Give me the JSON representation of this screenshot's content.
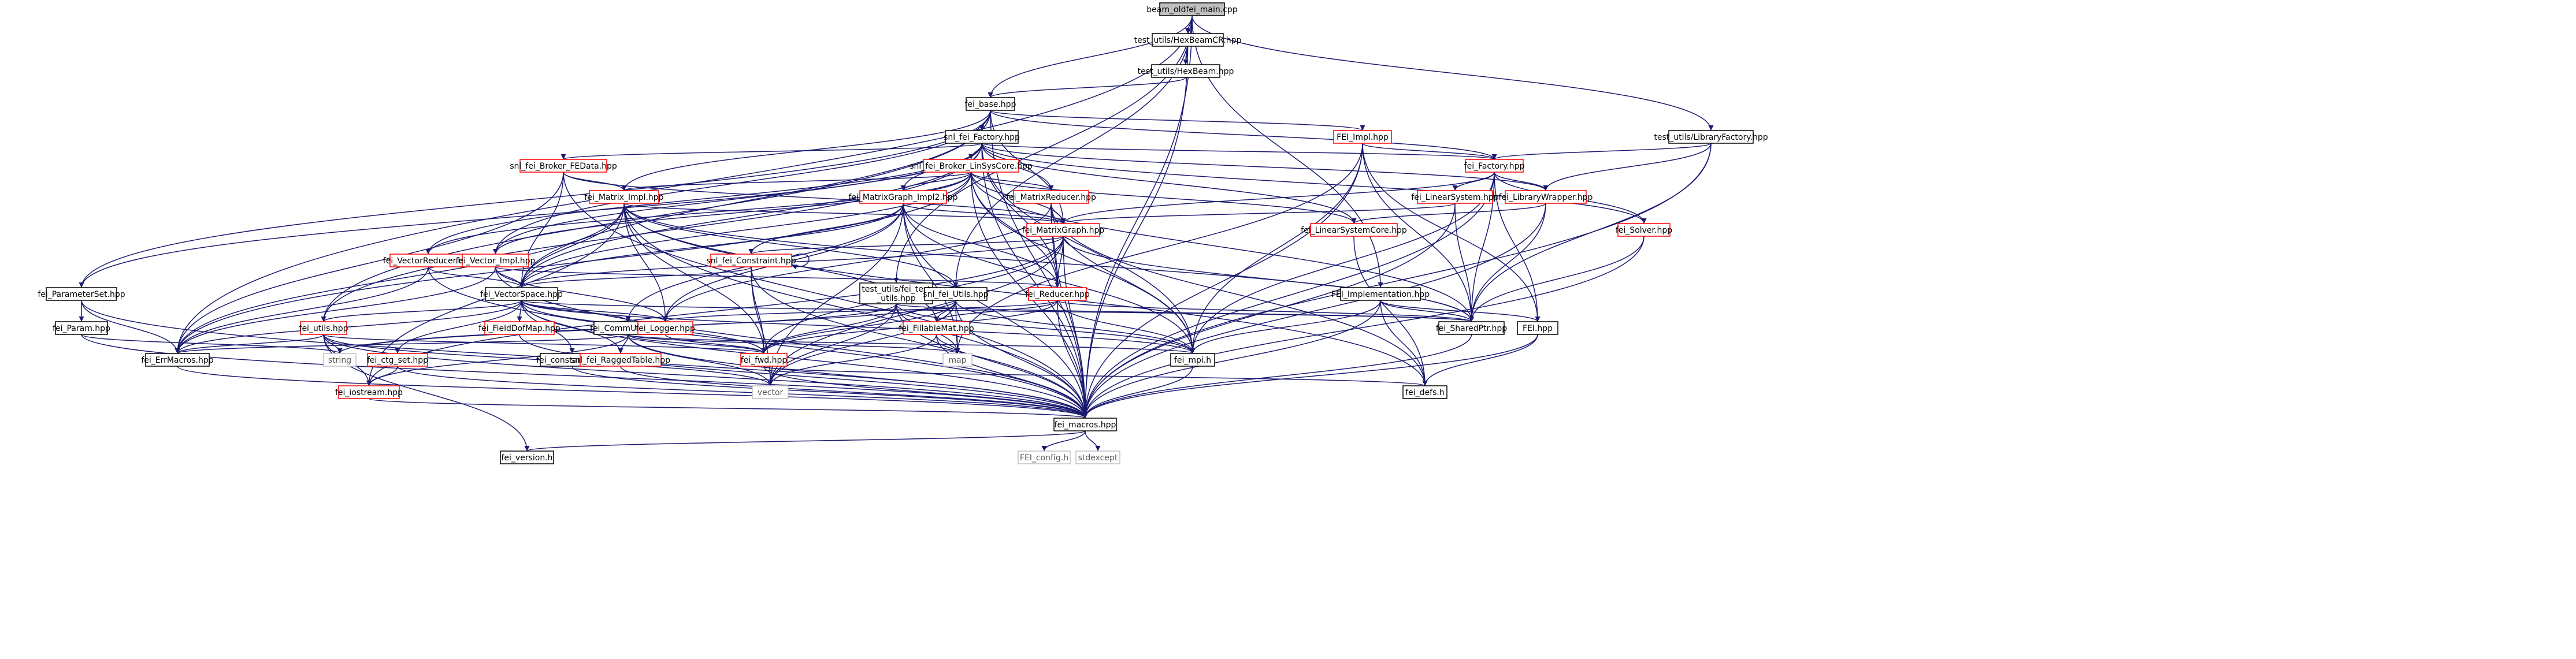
{
  "colors": {
    "edge": "#191970",
    "node_fill": "#ffffff",
    "root_fill": "#bfbfbf",
    "stroke_default": "#000000",
    "stroke_red": "#ff0000",
    "stroke_gray": "#bfbfbf",
    "text_default": "#000000",
    "text_gray": "#5a5a5a"
  },
  "nodes": [
    {
      "id": "beam_oldfei_main_cpp",
      "label": "beam_oldfei_main.cpp",
      "style": "root"
    },
    {
      "id": "test_utils_HexBeamCR_hpp",
      "label": "test_utils/HexBeamCR.hpp",
      "style": "black"
    },
    {
      "id": "test_utils_HexBeam_hpp",
      "label": "test_utils/HexBeam.hpp",
      "style": "black"
    },
    {
      "id": "fei_base_hpp",
      "label": "fei_base.hpp",
      "style": "black"
    },
    {
      "id": "snl_fei_Factory_hpp",
      "label": "snl_fei_Factory.hpp",
      "style": "black"
    },
    {
      "id": "FEI_Impl_hpp",
      "label": "FEI_Impl.hpp",
      "style": "red"
    },
    {
      "id": "test_utils_LibraryFactory_hpp",
      "label": "test_utils/LibraryFactory.hpp",
      "style": "black"
    },
    {
      "id": "snl_fei_Broker_FEData_hpp",
      "label": "snl_fei_Broker_FEData.hpp",
      "style": "red"
    },
    {
      "id": "snl_fei_Broker_LinSysCore_hpp",
      "label": "snl_fei_Broker_LinSysCore.hpp",
      "style": "red"
    },
    {
      "id": "fei_Factory_hpp",
      "label": "fei_Factory.hpp",
      "style": "red"
    },
    {
      "id": "fei_Matrix_Impl_hpp",
      "label": "fei_Matrix_Impl.hpp",
      "style": "red"
    },
    {
      "id": "fei_MatrixGraph_Impl2_hpp",
      "label": "fei_MatrixGraph_Impl2.hpp",
      "style": "red"
    },
    {
      "id": "fei_MatrixReducer_hpp",
      "label": "fei_MatrixReducer.hpp",
      "style": "red"
    },
    {
      "id": "fei_LinearSystem_hpp",
      "label": "fei_LinearSystem.hpp",
      "style": "red"
    },
    {
      "id": "fei_LibraryWrapper_hpp",
      "label": "fei_LibraryWrapper.hpp",
      "style": "red"
    },
    {
      "id": "fei_MatrixGraph_hpp",
      "label": "fei_MatrixGraph.hpp",
      "style": "red"
    },
    {
      "id": "fei_LinearSystemCore_hpp",
      "label": "fei_LinearSystemCore.hpp",
      "style": "red"
    },
    {
      "id": "fei_Solver_hpp",
      "label": "fei_Solver.hpp",
      "style": "red"
    },
    {
      "id": "snl_fei_Constraint_hpp",
      "label": "snl_fei_Constraint.hpp",
      "style": "red"
    },
    {
      "id": "fei_VectorReducer_hpp",
      "label": "fei_VectorReducer.hpp",
      "style": "red"
    },
    {
      "id": "fei_Vector_Impl_hpp",
      "label": "fei_Vector_Impl.hpp",
      "style": "red"
    },
    {
      "id": "fei_VectorSpace_hpp",
      "label": "fei_VectorSpace.hpp",
      "style": "black"
    },
    {
      "id": "fei_ParameterSet_hpp",
      "label": "fei_ParameterSet.hpp",
      "style": "black"
    },
    {
      "id": "test_utils_fei_test_utils_hpp",
      "label": "test_utils/fei_test\n_utils.hpp",
      "style": "black"
    },
    {
      "id": "snl_fei_Utils_hpp",
      "label": "snl_fei_Utils.hpp",
      "style": "black"
    },
    {
      "id": "fei_Reducer_hpp",
      "label": "fei_Reducer.hpp",
      "style": "red"
    },
    {
      "id": "FEI_Implementation_hpp",
      "label": "FEI_Implementation.hpp",
      "style": "black"
    },
    {
      "id": "fei_Param_hpp",
      "label": "fei_Param.hpp",
      "style": "black"
    },
    {
      "id": "fei_utils_hpp",
      "label": "fei_utils.hpp",
      "style": "red"
    },
    {
      "id": "fei_FieldDofMap_hpp",
      "label": "fei_FieldDofMap.hpp",
      "style": "red"
    },
    {
      "id": "fei_CommUtils_hpp",
      "label": "fei_CommUtils.hpp",
      "style": "black"
    },
    {
      "id": "fei_Logger_hpp",
      "label": "fei_Logger.hpp",
      "style": "red"
    },
    {
      "id": "fei_FillableMat_hpp",
      "label": "fei_FillableMat.hpp",
      "style": "red"
    },
    {
      "id": "fei_SharedPtr_hpp",
      "label": "fei_SharedPtr.hpp",
      "style": "black"
    },
    {
      "id": "FEI_hpp",
      "label": "FEI.hpp",
      "style": "black"
    },
    {
      "id": "fei_ErrMacros_hpp",
      "label": "fei_ErrMacros.hpp",
      "style": "black"
    },
    {
      "id": "string",
      "label": "string",
      "style": "gray"
    },
    {
      "id": "fei_constants_hpp",
      "label": "fei_constants.hpp",
      "style": "black"
    },
    {
      "id": "snl_fei_RaggedTable_hpp",
      "label": "snl_fei_RaggedTable.hpp",
      "style": "red"
    },
    {
      "id": "map",
      "label": "map",
      "style": "gray"
    },
    {
      "id": "fei_fwd_hpp",
      "label": "fei_fwd.hpp",
      "style": "red"
    },
    {
      "id": "fei_mpi_h",
      "label": "fei_mpi.h",
      "style": "black"
    },
    {
      "id": "fei_ctg_set_hpp",
      "label": "fei_ctg_set.hpp",
      "style": "red"
    },
    {
      "id": "fei_iostream_hpp",
      "label": "fei_iostream.hpp",
      "style": "red"
    },
    {
      "id": "vector",
      "label": "vector",
      "style": "gray"
    },
    {
      "id": "fei_defs_h",
      "label": "fei_defs.h",
      "style": "black"
    },
    {
      "id": "fei_macros_hpp",
      "label": "fei_macros.hpp",
      "style": "black"
    },
    {
      "id": "fei_version_h",
      "label": "fei_version.h",
      "style": "black"
    },
    {
      "id": "FEI_config_h",
      "label": "FEI_config.h",
      "style": "gray"
    },
    {
      "id": "stdexcept",
      "label": "stdexcept",
      "style": "gray"
    }
  ],
  "edges": [
    [
      "beam_oldfei_main_cpp",
      "test_utils_HexBeamCR_hpp"
    ],
    [
      "beam_oldfei_main_cpp",
      "test_utils_HexBeam_hpp"
    ],
    [
      "beam_oldfei_main_cpp",
      "fei_base_hpp"
    ],
    [
      "beam_oldfei_main_cpp",
      "test_utils_LibraryFactory_hpp"
    ],
    [
      "beam_oldfei_main_cpp",
      "fei_ErrMacros_hpp"
    ],
    [
      "beam_oldfei_main_cpp",
      "snl_fei_Utils_hpp"
    ],
    [
      "beam_oldfei_main_cpp",
      "FEI_Implementation_hpp"
    ],
    [
      "beam_oldfei_main_cpp",
      "test_utils_fei_test_utils_hpp"
    ],
    [
      "beam_oldfei_main_cpp",
      "fei_macros_hpp"
    ],
    [
      "test_utils_HexBeamCR_hpp",
      "test_utils_HexBeam_hpp"
    ],
    [
      "test_utils_HexBeamCR_hpp",
      "fei_macros_hpp"
    ],
    [
      "test_utils_HexBeam_hpp",
      "fei_base_hpp"
    ],
    [
      "fei_base_hpp",
      "snl_fei_Factory_hpp"
    ],
    [
      "fei_base_hpp",
      "FEI_Impl_hpp"
    ],
    [
      "fei_base_hpp",
      "fei_ParameterSet_hpp"
    ],
    [
      "fei_base_hpp",
      "fei_MatrixGraph_hpp"
    ],
    [
      "fei_base_hpp",
      "fei_Vector_Impl_hpp"
    ],
    [
      "fei_base_hpp",
      "fei_Matrix_Impl_hpp"
    ],
    [
      "fei_base_hpp",
      "fei_utils_hpp"
    ],
    [
      "fei_base_hpp",
      "fei_Factory_hpp"
    ],
    [
      "fei_base_hpp",
      "fei_macros_hpp"
    ],
    [
      "fei_base_hpp",
      "fei_VectorSpace_hpp"
    ],
    [
      "snl_fei_Factory_hpp",
      "snl_fei_Broker_FEData_hpp"
    ],
    [
      "snl_fei_Factory_hpp",
      "snl_fei_Broker_LinSysCore_hpp"
    ],
    [
      "snl_fei_Factory_hpp",
      "fei_Factory_hpp"
    ],
    [
      "snl_fei_Factory_hpp",
      "fei_MatrixGraph_Impl2_hpp"
    ],
    [
      "snl_fei_Factory_hpp",
      "fei_MatrixReducer_hpp"
    ],
    [
      "snl_fei_Factory_hpp",
      "fei_Vector_Impl_hpp"
    ],
    [
      "snl_fei_Factory_hpp",
      "fei_VectorReducer_hpp"
    ],
    [
      "snl_fei_Factory_hpp",
      "fei_ParameterSet_hpp"
    ],
    [
      "snl_fei_Factory_hpp",
      "fei_LinearSystemCore_hpp"
    ],
    [
      "snl_fei_Factory_hpp",
      "fei_LibraryWrapper_hpp"
    ],
    [
      "snl_fei_Factory_hpp",
      "fei_Solver_hpp"
    ],
    [
      "snl_fei_Factory_hpp",
      "fei_Reducer_hpp"
    ],
    [
      "snl_fei_Factory_hpp",
      "fei_utils_hpp"
    ],
    [
      "snl_fei_Factory_hpp",
      "fei_macros_hpp"
    ],
    [
      "snl_fei_Factory_hpp",
      "fei_mpi_h"
    ],
    [
      "snl_fei_Factory_hpp",
      "fei_VectorSpace_hpp"
    ],
    [
      "FEI_Impl_hpp",
      "fei_Factory_hpp"
    ],
    [
      "FEI_Impl_hpp",
      "fei_SharedPtr_hpp"
    ],
    [
      "FEI_Impl_hpp",
      "fei_mpi_h"
    ],
    [
      "FEI_Impl_hpp",
      "FEI_hpp"
    ],
    [
      "FEI_Impl_hpp",
      "fei_macros_hpp"
    ],
    [
      "FEI_Impl_hpp",
      "map"
    ],
    [
      "test_utils_LibraryFactory_hpp",
      "fei_Factory_hpp"
    ],
    [
      "test_utils_LibraryFactory_hpp",
      "fei_LibraryWrapper_hpp"
    ],
    [
      "test_utils_LibraryFactory_hpp",
      "fei_SharedPtr_hpp"
    ],
    [
      "test_utils_LibraryFactory_hpp",
      "fei_macros_hpp"
    ],
    [
      "snl_fei_Broker_FEData_hpp",
      "fei_Matrix_Impl_hpp"
    ],
    [
      "snl_fei_Broker_FEData_hpp",
      "fei_VectorSpace_hpp"
    ],
    [
      "snl_fei_Broker_FEData_hpp",
      "fei_MatrixGraph_hpp"
    ],
    [
      "snl_fei_Broker_FEData_hpp",
      "fei_macros_hpp"
    ],
    [
      "snl_fei_Broker_FEData_hpp",
      "fei_ErrMacros_hpp"
    ],
    [
      "snl_fei_Broker_LinSysCore_hpp",
      "fei_MatrixGraph_Impl2_hpp"
    ],
    [
      "snl_fei_Broker_LinSysCore_hpp",
      "fei_MatrixReducer_hpp"
    ],
    [
      "snl_fei_Broker_LinSysCore_hpp",
      "fei_Matrix_Impl_hpp"
    ],
    [
      "snl_fei_Broker_LinSysCore_hpp",
      "fei_VectorReducer_hpp"
    ],
    [
      "snl_fei_Broker_LinSysCore_hpp",
      "fei_Vector_Impl_hpp"
    ],
    [
      "snl_fei_Broker_LinSysCore_hpp",
      "fei_MatrixGraph_hpp"
    ],
    [
      "snl_fei_Broker_LinSysCore_hpp",
      "fei_LinearSystemCore_hpp"
    ],
    [
      "snl_fei_Broker_LinSysCore_hpp",
      "fei_Reducer_hpp"
    ],
    [
      "snl_fei_Broker_LinSysCore_hpp",
      "fei_VectorSpace_hpp"
    ],
    [
      "snl_fei_Broker_LinSysCore_hpp",
      "fei_mpi_h"
    ],
    [
      "snl_fei_Broker_LinSysCore_hpp",
      "fei_macros_hpp"
    ],
    [
      "snl_fei_Broker_LinSysCore_hpp",
      "fei_ErrMacros_hpp"
    ],
    [
      "snl_fei_Broker_LinSysCore_hpp",
      "fei_SharedPtr_hpp"
    ],
    [
      "fei_Factory_hpp",
      "fei_LinearSystem_hpp"
    ],
    [
      "fei_Factory_hpp",
      "fei_LibraryWrapper_hpp"
    ],
    [
      "fei_Factory_hpp",
      "fei_Solver_hpp"
    ],
    [
      "fei_Factory_hpp",
      "FEI_hpp"
    ],
    [
      "fei_Factory_hpp",
      "fei_SharedPtr_hpp"
    ],
    [
      "fei_Factory_hpp",
      "fei_MatrixGraph_hpp"
    ],
    [
      "fei_Factory_hpp",
      "fei_mpi_h"
    ],
    [
      "fei_Factory_hpp",
      "fei_macros_hpp"
    ],
    [
      "fei_Matrix_Impl_hpp",
      "fei_VectorSpace_hpp"
    ],
    [
      "fei_Matrix_Impl_hpp",
      "fei_MatrixGraph_hpp"
    ],
    [
      "fei_Matrix_Impl_hpp",
      "fei_FillableMat_hpp"
    ],
    [
      "fei_Matrix_Impl_hpp",
      "fei_Logger_hpp"
    ],
    [
      "fei_Matrix_Impl_hpp",
      "fei_fwd_hpp"
    ],
    [
      "fei_Matrix_Impl_hpp",
      "fei_SharedPtr_hpp"
    ],
    [
      "fei_Matrix_Impl_hpp",
      "fei_ErrMacros_hpp"
    ],
    [
      "fei_Matrix_Impl_hpp",
      "fei_iostream_hpp"
    ],
    [
      "fei_Matrix_Impl_hpp",
      "fei_macros_hpp"
    ],
    [
      "fei_Matrix_Impl_hpp",
      "fei_defs_h"
    ],
    [
      "fei_Matrix_Impl_hpp",
      "snl_fei_Utils_hpp"
    ],
    [
      "fei_MatrixGraph_Impl2_hpp",
      "fei_MatrixGraph_hpp"
    ],
    [
      "fei_MatrixGraph_Impl2_hpp",
      "snl_fei_Constraint_hpp"
    ],
    [
      "fei_MatrixGraph_Impl2_hpp",
      "fei_VectorSpace_hpp"
    ],
    [
      "fei_MatrixGraph_Impl2_hpp",
      "fei_Reducer_hpp"
    ],
    [
      "fei_MatrixGraph_Impl2_hpp",
      "fei_Logger_hpp"
    ],
    [
      "fei_MatrixGraph_Impl2_hpp",
      "fei_mpi_h"
    ],
    [
      "fei_MatrixGraph_Impl2_hpp",
      "fei_macros_hpp"
    ],
    [
      "fei_MatrixGraph_Impl2_hpp",
      "fei_CommUtils_hpp"
    ],
    [
      "fei_MatrixGraph_Impl2_hpp",
      "vector"
    ],
    [
      "fei_MatrixGraph_Impl2_hpp",
      "map"
    ],
    [
      "fei_MatrixReducer_hpp",
      "fei_MatrixGraph_hpp"
    ],
    [
      "fei_MatrixReducer_hpp",
      "fei_Reducer_hpp"
    ],
    [
      "fei_MatrixReducer_hpp",
      "fei_mpi_h"
    ],
    [
      "fei_MatrixReducer_hpp",
      "fei_Logger_hpp"
    ],
    [
      "fei_MatrixReducer_hpp",
      "fei_defs_h"
    ],
    [
      "fei_MatrixReducer_hpp",
      "fei_macros_hpp"
    ],
    [
      "fei_LinearSystem_hpp",
      "fei_MatrixGraph_hpp"
    ],
    [
      "fei_LinearSystem_hpp",
      "fei_SharedPtr_hpp"
    ],
    [
      "fei_LinearSystem_hpp",
      "fei_macros_hpp"
    ],
    [
      "fei_LibraryWrapper_hpp",
      "fei_LinearSystemCore_hpp"
    ],
    [
      "fei_LibraryWrapper_hpp",
      "fei_SharedPtr_hpp"
    ],
    [
      "fei_LibraryWrapper_hpp",
      "fei_macros_hpp"
    ],
    [
      "fei_MatrixGraph_hpp",
      "fei_Reducer_hpp"
    ],
    [
      "fei_MatrixGraph_hpp",
      "fei_VectorSpace_hpp"
    ],
    [
      "fei_MatrixGraph_hpp",
      "fei_SharedPtr_hpp"
    ],
    [
      "fei_MatrixGraph_hpp",
      "snl_fei_Constraint_hpp"
    ],
    [
      "fei_MatrixGraph_hpp",
      "fei_iostream_hpp"
    ],
    [
      "fei_MatrixGraph_hpp",
      "fei_macros_hpp"
    ],
    [
      "fei_MatrixGraph_hpp",
      "fei_fwd_hpp"
    ],
    [
      "fei_MatrixGraph_hpp",
      "vector"
    ],
    [
      "fei_LinearSystemCore_hpp",
      "fei_defs_h"
    ],
    [
      "fei_Solver_hpp",
      "fei_SharedPtr_hpp"
    ],
    [
      "fei_Solver_hpp",
      "fei_macros_hpp"
    ],
    [
      "snl_fei_Constraint_hpp",
      "snl_fei_Constraint_hpp"
    ],
    [
      "snl_fei_Constraint_hpp",
      "fei_VectorSpace_hpp"
    ],
    [
      "snl_fei_Constraint_hpp",
      "fei_fwd_hpp"
    ],
    [
      "snl_fei_Constraint_hpp",
      "vector"
    ],
    [
      "snl_fei_Constraint_hpp",
      "fei_macros_hpp"
    ],
    [
      "fei_VectorReducer_hpp",
      "fei_VectorSpace_hpp"
    ],
    [
      "fei_VectorReducer_hpp",
      "fei_ErrMacros_hpp"
    ],
    [
      "fei_VectorReducer_hpp",
      "fei_macros_hpp"
    ],
    [
      "fei_Vector_Impl_hpp",
      "fei_VectorSpace_hpp"
    ],
    [
      "fei_Vector_Impl_hpp",
      "fei_Reducer_hpp"
    ],
    [
      "fei_Vector_Impl_hpp",
      "fei_Logger_hpp"
    ],
    [
      "fei_Vector_Impl_hpp",
      "fei_ErrMacros_hpp"
    ],
    [
      "fei_Vector_Impl_hpp",
      "fei_macros_hpp"
    ],
    [
      "fei_VectorSpace_hpp",
      "fei_utils_hpp"
    ],
    [
      "fei_VectorSpace_hpp",
      "fei_FieldDofMap_hpp"
    ],
    [
      "fei_VectorSpace_hpp",
      "fei_CommUtils_hpp"
    ],
    [
      "fei_VectorSpace_hpp",
      "fei_Logger_hpp"
    ],
    [
      "fei_VectorSpace_hpp",
      "fei_constants_hpp"
    ],
    [
      "fei_VectorSpace_hpp",
      "snl_fei_RaggedTable_hpp"
    ],
    [
      "fei_VectorSpace_hpp",
      "fei_ctg_set_hpp"
    ],
    [
      "fei_VectorSpace_hpp",
      "fei_fwd_hpp"
    ],
    [
      "fei_VectorSpace_hpp",
      "fei_SharedPtr_hpp"
    ],
    [
      "fei_VectorSpace_hpp",
      "fei_mpi_h"
    ],
    [
      "fei_VectorSpace_hpp",
      "fei_macros_hpp"
    ],
    [
      "fei_VectorSpace_hpp",
      "fei_ErrMacros_hpp"
    ],
    [
      "fei_ParameterSet_hpp",
      "fei_Param_hpp"
    ],
    [
      "fei_ParameterSet_hpp",
      "fei_macros_hpp"
    ],
    [
      "fei_ParameterSet_hpp",
      "fei_ErrMacros_hpp"
    ],
    [
      "test_utils_fei_test_utils_hpp",
      "fei_fwd_hpp"
    ],
    [
      "test_utils_fei_test_utils_hpp",
      "fei_mpi_h"
    ],
    [
      "test_utils_fei_test_utils_hpp",
      "string"
    ],
    [
      "test_utils_fei_test_utils_hpp",
      "vector"
    ],
    [
      "test_utils_fei_test_utils_hpp",
      "map"
    ],
    [
      "test_utils_fei_test_utils_hpp",
      "fei_SharedPtr_hpp"
    ],
    [
      "test_utils_fei_test_utils_hpp",
      "fei_macros_hpp"
    ],
    [
      "snl_fei_Utils_hpp",
      "fei_fwd_hpp"
    ],
    [
      "snl_fei_Utils_hpp",
      "fei_FillableMat_hpp"
    ],
    [
      "snl_fei_Utils_hpp",
      "fei_mpi_h"
    ],
    [
      "snl_fei_Utils_hpp",
      "vector"
    ],
    [
      "snl_fei_Utils_hpp",
      "map"
    ],
    [
      "snl_fei_Utils_hpp",
      "string"
    ],
    [
      "snl_fei_Utils_hpp",
      "fei_macros_hpp"
    ],
    [
      "fei_Reducer_hpp",
      "fei_SharedPtr_hpp"
    ],
    [
      "fei_Reducer_hpp",
      "fei_mpi_h"
    ],
    [
      "fei_Reducer_hpp",
      "fei_Logger_hpp"
    ],
    [
      "fei_Reducer_hpp",
      "fei_FillableMat_hpp"
    ],
    [
      "fei_Reducer_hpp",
      "fei_macros_hpp"
    ],
    [
      "fei_Reducer_hpp",
      "fei_fwd_hpp"
    ],
    [
      "FEI_Implementation_hpp",
      "fei_SharedPtr_hpp"
    ],
    [
      "FEI_Implementation_hpp",
      "fei_mpi_h"
    ],
    [
      "FEI_Implementation_hpp",
      "FEI_hpp"
    ],
    [
      "FEI_Implementation_hpp",
      "fei_defs_h"
    ],
    [
      "FEI_Implementation_hpp",
      "fei_macros_hpp"
    ],
    [
      "fei_Param_hpp",
      "string"
    ],
    [
      "fei_Param_hpp",
      "fei_macros_hpp"
    ],
    [
      "fei_utils_hpp",
      "fei_ErrMacros_hpp"
    ],
    [
      "fei_utils_hpp",
      "string"
    ],
    [
      "fei_utils_hpp",
      "vector"
    ],
    [
      "fei_utils_hpp",
      "fei_iostream_hpp"
    ],
    [
      "fei_utils_hpp",
      "fei_version_h"
    ],
    [
      "fei_utils_hpp",
      "fei_macros_hpp"
    ],
    [
      "fei_utils_hpp",
      "fei_fwd_hpp"
    ],
    [
      "fei_FieldDofMap_hpp",
      "fei_macros_hpp"
    ],
    [
      "fei_CommUtils_hpp",
      "fei_mpi_h"
    ],
    [
      "fei_CommUtils_hpp",
      "fei_fwd_hpp"
    ],
    [
      "fei_CommUtils_hpp",
      "vector"
    ],
    [
      "fei_CommUtils_hpp",
      "map"
    ],
    [
      "fei_CommUtils_hpp",
      "fei_iostream_hpp"
    ],
    [
      "fei_CommUtils_hpp",
      "fei_macros_hpp"
    ],
    [
      "fei_CommUtils_hpp",
      "fei_ErrMacros_hpp"
    ],
    [
      "fei_CommUtils_hpp",
      "snl_fei_RaggedTable_hpp"
    ],
    [
      "fei_Logger_hpp",
      "fei_fwd_hpp"
    ],
    [
      "fei_FillableMat_hpp",
      "map"
    ],
    [
      "fei_FillableMat_hpp",
      "vector"
    ],
    [
      "fei_FillableMat_hpp",
      "fei_macros_hpp"
    ],
    [
      "fei_SharedPtr_hpp",
      "fei_macros_hpp"
    ],
    [
      "FEI_hpp",
      "fei_defs_h"
    ],
    [
      "FEI_hpp",
      "fei_macros_hpp"
    ],
    [
      "fei_ErrMacros_hpp",
      "fei_macros_hpp"
    ],
    [
      "fei_constants_hpp",
      "fei_macros_hpp"
    ],
    [
      "snl_fei_RaggedTable_hpp",
      "fei_macros_hpp"
    ],
    [
      "fei_fwd_hpp",
      "fei_macros_hpp"
    ],
    [
      "fei_fwd_hpp",
      "fei_defs_h"
    ],
    [
      "fei_mpi_h",
      "fei_macros_hpp"
    ],
    [
      "fei_ctg_set_hpp",
      "fei_iostream_hpp"
    ],
    [
      "fei_ctg_set_hpp",
      "fei_macros_hpp"
    ],
    [
      "fei_iostream_hpp",
      "fei_macros_hpp"
    ],
    [
      "fei_macros_hpp",
      "fei_version_h"
    ],
    [
      "fei_macros_hpp",
      "FEI_config_h"
    ],
    [
      "fei_macros_hpp",
      "stdexcept"
    ]
  ]
}
